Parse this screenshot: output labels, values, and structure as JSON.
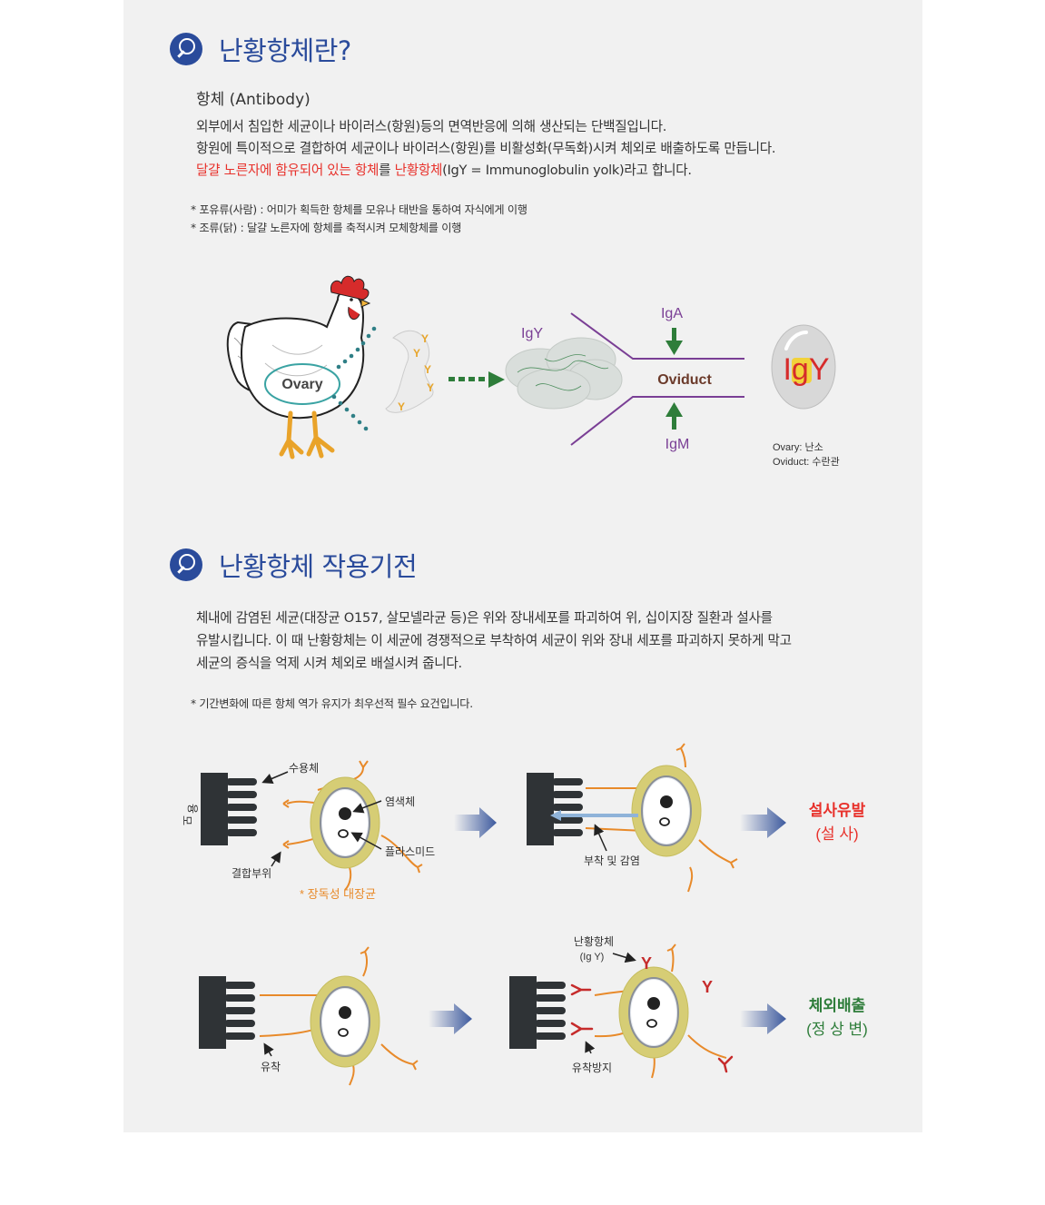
{
  "section1": {
    "title": "난황항체란?",
    "subtitle": "항체 (Antibody)",
    "para_line1": "외부에서 침입한 세균이나 바이러스(항원)등의 면역반응에 의해 생산되는 단백질입니다.",
    "para_line2": "항원에 특이적으로 결합하여 세균이나 바이러스(항원)를 비활성화(무독화)시켜 체외로 배출하도록 만듭니다.",
    "para_line3_red1": "달걀 노른자에 함유되어 있는 항체",
    "para_line3_mid": "를 ",
    "para_line3_red2": "난황항체",
    "para_line3_end": "(IgY = Immunoglobulin yolk)라고 합니다.",
    "note1": "* 포유류(사람) : 어미가 획득한 항체를 모유나 태반을 통하여 자식에게 이행",
    "note2": "* 조류(닭) : 달걀 노른자에 항체를 축적시켜 모체항체를 이행"
  },
  "diagram1": {
    "ovary": "Ovary",
    "igy_label": "IgY",
    "iga": "IgA",
    "igm": "IgM",
    "oviduct": "Oviduct",
    "egg_text": "IgY",
    "legend1": "Ovary: 난소",
    "legend2": "Oviduct: 수란관",
    "y_mark": "Y"
  },
  "section2": {
    "title": "난황항체 작용기전",
    "para_line1": "체내에 감염된 세균(대장균 O157, 살모넬라균 등)은 위와 장내세포를 파괴하여 위, 십이지장 질환과 설사를",
    "para_line2": "유발시킵니다. 이 때 난황항체는 이 세균에 경쟁적으로 부착하여 세균이 위와 장내 세포를 파괴하지 못하게 막고",
    "para_line3": "세균의 증식을 억제 시켜 체외로 배설시켜 줍니다.",
    "note": "* 기간변화에 따른 항체 역가 유지가 최우선적 필수 요건입니다."
  },
  "diagram2": {
    "villus_1": "융",
    "villus_2": "모",
    "receptor": "수용체",
    "chromosome": "염색체",
    "plasmid": "플라스미드",
    "binding_site": "결합부위",
    "pathogenic_ecoli": "* 장독성 대장균",
    "attach_infect": "부착 및 감염",
    "result1_title": "설사유발",
    "result1_sub": "(설 사)",
    "adhesion": "유착",
    "yolk_antibody": "난황항체",
    "yolk_antibody_sub": "(Ig Y)",
    "prevent_adhesion": "유착방지",
    "result2_title": "체외배출",
    "result2_sub": "(정 상 변)",
    "y_mark": "Y"
  },
  "colors": {
    "blue": "#2a4b9b",
    "red": "#e8312b",
    "green": "#2e7d3a",
    "purple": "#7a3f95",
    "orange": "#e88a2a",
    "brown": "#6b3a2a"
  }
}
